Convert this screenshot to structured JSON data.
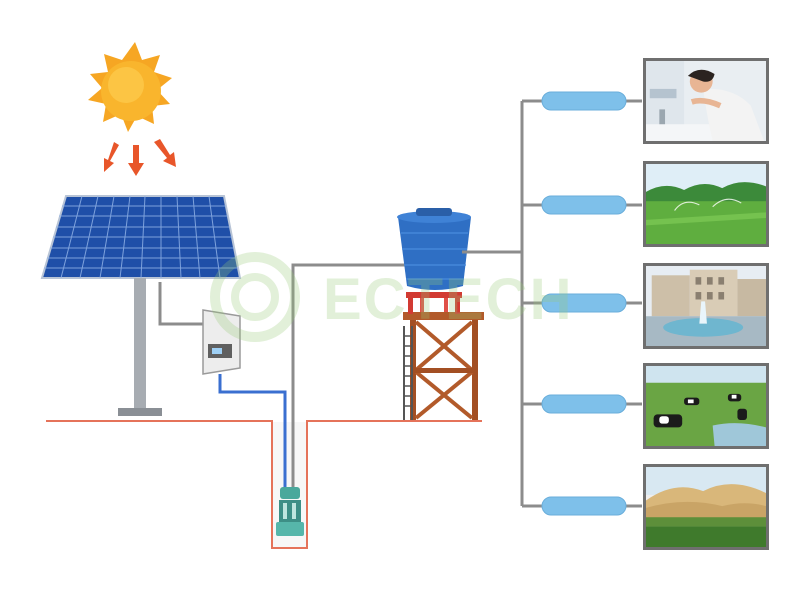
{
  "watermark": {
    "text": "ECTECH"
  },
  "colors": {
    "sun": "#f7b52a",
    "sun_rays": "#f39c12",
    "arrows": "#e8562a",
    "panel": "#1f4fa8",
    "pole": "#9aa0a6",
    "pipe": "#8c8c8c",
    "ground": "#e76f51",
    "water_pipe": "#3a6fd0",
    "tank": "#2f6fc4",
    "tower": "#b25a2a",
    "outlet_pill": "#7ec0ea"
  },
  "icons": {
    "sun": "sun-icon",
    "solar_panel": "solar-panel-icon",
    "controller": "pump-controller-icon",
    "pump": "submersible-pump-icon",
    "tank": "water-tank-icon",
    "tower": "tank-tower-icon"
  },
  "applications": [
    {
      "id": "domestic",
      "icon": "person-washing-face-photo"
    },
    {
      "id": "irrigation",
      "icon": "field-sprinkler-photo"
    },
    {
      "id": "fountain",
      "icon": "city-fountain-photo"
    },
    {
      "id": "livestock",
      "icon": "cows-grazing-photo"
    },
    {
      "id": "desert-farming",
      "icon": "desert-farmland-photo"
    }
  ]
}
